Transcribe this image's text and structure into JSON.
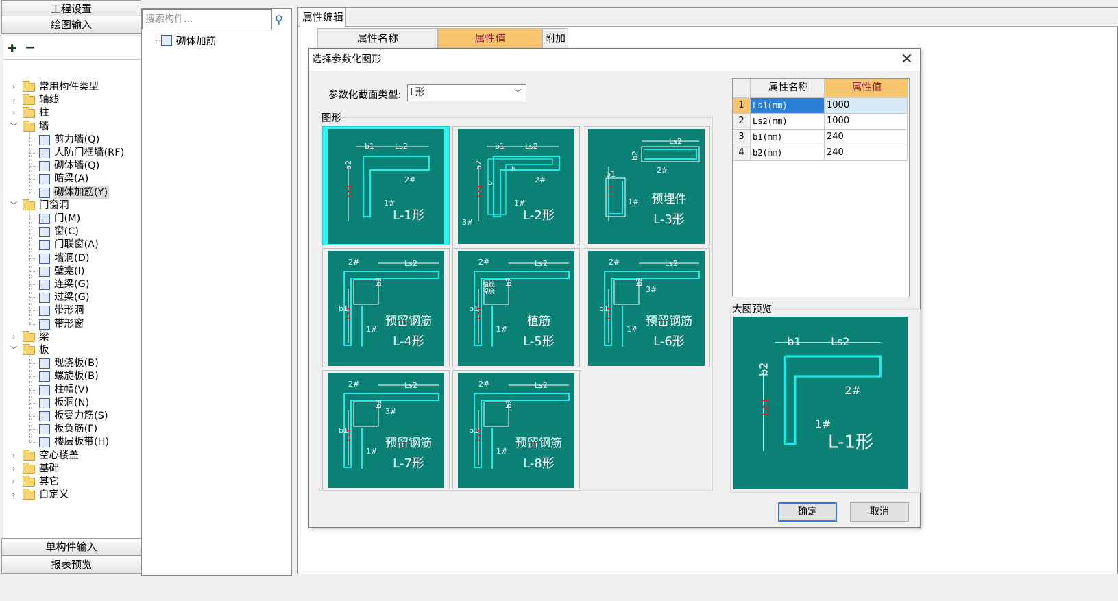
{
  "left_panel": {
    "top_button_project": "工程设置",
    "top_button_drawing": "绘图输入",
    "bottom_button_single": "单构件输入",
    "bottom_button_report": "报表预览",
    "toolbar": {
      "expand_icon": "expand-all-icon",
      "collapse_icon": "collapse-all-icon"
    },
    "tree": [
      {
        "label": "常用构件类型",
        "level": 0,
        "type": "folder",
        "expanded": false
      },
      {
        "label": "轴线",
        "level": 0,
        "type": "folder",
        "expanded": false
      },
      {
        "label": "柱",
        "level": 0,
        "type": "folder",
        "expanded": false
      },
      {
        "label": "墙",
        "level": 0,
        "type": "folder",
        "expanded": true
      },
      {
        "label": "剪力墙(Q)",
        "level": 1,
        "type": "item",
        "icon": "shear-wall-icon"
      },
      {
        "label": "人防门框墙(RF)",
        "level": 1,
        "type": "item",
        "icon": "civil-defense-wall-icon"
      },
      {
        "label": "砌体墙(Q)",
        "level": 1,
        "type": "item",
        "icon": "masonry-wall-icon"
      },
      {
        "label": "暗梁(A)",
        "level": 1,
        "type": "item",
        "icon": "hidden-beam-icon"
      },
      {
        "label": "砌体加筋(Y)",
        "level": 1,
        "type": "item",
        "icon": "masonry-rebar-icon",
        "selected": true
      },
      {
        "label": "门窗洞",
        "level": 0,
        "type": "folder",
        "expanded": true
      },
      {
        "label": "门(M)",
        "level": 1,
        "type": "item",
        "icon": "door-icon"
      },
      {
        "label": "窗(C)",
        "level": 1,
        "type": "item",
        "icon": "window-icon"
      },
      {
        "label": "门联窗(A)",
        "level": 1,
        "type": "item",
        "icon": "door-window-icon"
      },
      {
        "label": "墙洞(D)",
        "level": 1,
        "type": "item",
        "icon": "wall-hole-icon"
      },
      {
        "label": "壁龛(I)",
        "level": 1,
        "type": "item",
        "icon": "niche-icon"
      },
      {
        "label": "连梁(G)",
        "level": 1,
        "type": "item",
        "icon": "coupling-beam-icon"
      },
      {
        "label": "过梁(G)",
        "level": 1,
        "type": "item",
        "icon": "lintel-icon"
      },
      {
        "label": "带形洞",
        "level": 1,
        "type": "item",
        "icon": "strip-hole-icon"
      },
      {
        "label": "带形窗",
        "level": 1,
        "type": "item",
        "icon": "strip-window-icon"
      },
      {
        "label": "梁",
        "level": 0,
        "type": "folder",
        "expanded": false
      },
      {
        "label": "板",
        "level": 0,
        "type": "folder",
        "expanded": true
      },
      {
        "label": "现浇板(B)",
        "level": 1,
        "type": "item",
        "icon": "cast-slab-icon"
      },
      {
        "label": "螺旋板(B)",
        "level": 1,
        "type": "item",
        "icon": "spiral-slab-icon"
      },
      {
        "label": "柱帽(V)",
        "level": 1,
        "type": "item",
        "icon": "column-cap-icon"
      },
      {
        "label": "板洞(N)",
        "level": 1,
        "type": "item",
        "icon": "slab-hole-icon"
      },
      {
        "label": "板受力筋(S)",
        "level": 1,
        "type": "item",
        "icon": "slab-main-rebar-icon"
      },
      {
        "label": "板负筋(F)",
        "level": 1,
        "type": "item",
        "icon": "slab-negative-rebar-icon"
      },
      {
        "label": "楼层板带(H)",
        "level": 1,
        "type": "item",
        "icon": "floor-strip-icon"
      },
      {
        "label": "空心楼盖",
        "level": 0,
        "type": "folder",
        "expanded": false
      },
      {
        "label": "基础",
        "level": 0,
        "type": "folder",
        "expanded": false
      },
      {
        "label": "其它",
        "level": 0,
        "type": "folder",
        "expanded": false
      },
      {
        "label": "自定义",
        "level": 0,
        "type": "folder",
        "expanded": false
      }
    ]
  },
  "middle_panel": {
    "search_placeholder": "搜索构件...",
    "search_icon": "search-icon",
    "component": "砌体加筋"
  },
  "right_panel": {
    "tab": "属性编辑",
    "headers": {
      "name": "属性名称",
      "value": "属性值",
      "extra": "附加"
    }
  },
  "dialog": {
    "title": "选择参数化图形",
    "close_icon": "close-icon",
    "section_type_label": "参数化截面类型:",
    "section_type_value": "L形",
    "shapes_label": "图形",
    "shapes": [
      {
        "name": "L-1形",
        "selected": true
      },
      {
        "name": "L-2形",
        "selected": false
      },
      {
        "name": "L-3形",
        "caption": "预埋件",
        "selected": false
      },
      {
        "name": "L-4形",
        "caption": "预留钢筋",
        "selected": false
      },
      {
        "name": "L-5形",
        "caption": "植筋",
        "selected": false
      },
      {
        "name": "L-6形",
        "caption": "预留钢筋",
        "selected": false
      },
      {
        "name": "L-7形",
        "caption": "预留钢筋",
        "selected": false
      },
      {
        "name": "L-8形",
        "caption": "预留钢筋",
        "selected": false
      }
    ],
    "drawing_labels": {
      "b1": "b1",
      "b2": "b2",
      "ls1": "Ls1",
      "ls2": "Ls2",
      "bar1": "1#",
      "bar2": "2#",
      "bar3": "3#",
      "h": "h",
      "b": "b",
      "depth_top": "植筋",
      "depth_bot": "深度"
    },
    "property_table": {
      "headers": [
        "属性名称",
        "属性值"
      ],
      "rows": [
        {
          "index": "1",
          "name": "Ls1(mm)",
          "value": "1000"
        },
        {
          "index": "2",
          "name": "Ls2(mm)",
          "value": "1000"
        },
        {
          "index": "3",
          "name": "b1(mm)",
          "value": "240"
        },
        {
          "index": "4",
          "name": "b2(mm)",
          "value": "240"
        }
      ]
    },
    "preview_label": "大图预览",
    "preview_shape": "L-1形",
    "ok_label": "确定",
    "cancel_label": "取消"
  },
  "colors": {
    "teal": "#0b8075",
    "cyan_line": "#22e8e8",
    "selected_border": "#2ff5f5",
    "header_orange": "#f7c56e",
    "header_text": "#8b1a3a",
    "dim_red": "#c0282c"
  }
}
